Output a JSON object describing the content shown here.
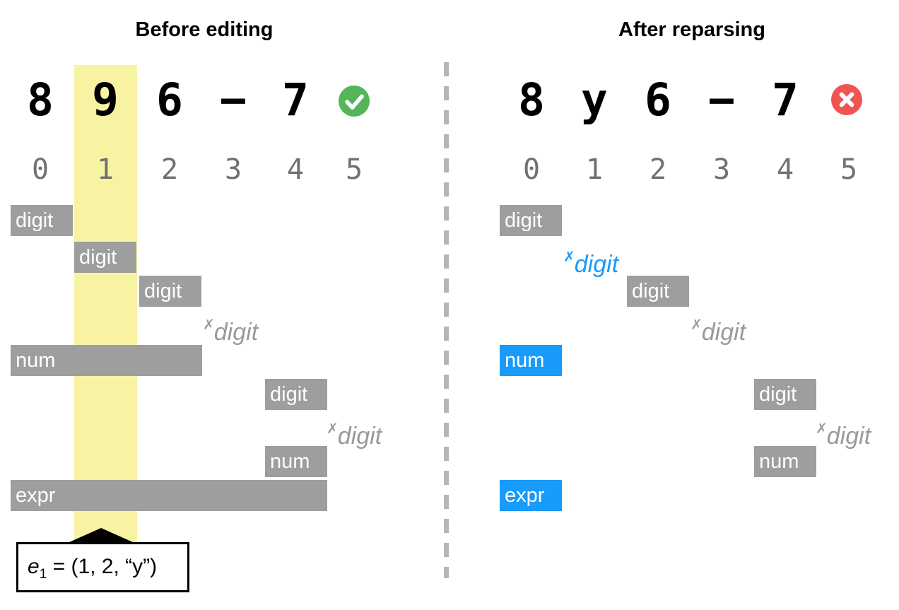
{
  "palette": {
    "box_gray": "#9e9e9e",
    "highlight_yellow": "#f8f3a2",
    "accent_blue": "#189bfa",
    "success_green": "#55b559",
    "error_red": "#ef5451",
    "index_gray": "#707070",
    "fail_text_gray": "#9a9a9a",
    "divider_gray": "#b5b5b5"
  },
  "left": {
    "title": "Before editing",
    "tokens": [
      "8",
      "9",
      "6",
      "−",
      "7"
    ],
    "indices": [
      "0",
      "1",
      "2",
      "3",
      "4",
      "5"
    ],
    "status": "valid",
    "status_icon": "check-circle-green",
    "fail_mark": "✗",
    "rows": {
      "digit0": "digit",
      "digit1": "digit",
      "digit2": "digit",
      "fail3": "digit",
      "num0": "num",
      "digit4": "digit",
      "fail5": "digit",
      "num4": "num",
      "expr": "expr"
    },
    "edit_annotation": {
      "var": "e",
      "sub": "1",
      "value": " = (1, 2, “y”)"
    }
  },
  "right": {
    "title": "After reparsing",
    "tokens": [
      "8",
      "y",
      "6",
      "−",
      "7"
    ],
    "indices": [
      "0",
      "1",
      "2",
      "3",
      "4",
      "5"
    ],
    "status": "invalid",
    "status_icon": "x-circle-red",
    "fail_mark": "✗",
    "rows": {
      "digit0": "digit",
      "fail1": "digit",
      "digit2": "digit",
      "fail3": "digit",
      "num0": "num",
      "digit4": "digit",
      "fail5": "digit",
      "num4": "num",
      "expr": "expr"
    }
  }
}
